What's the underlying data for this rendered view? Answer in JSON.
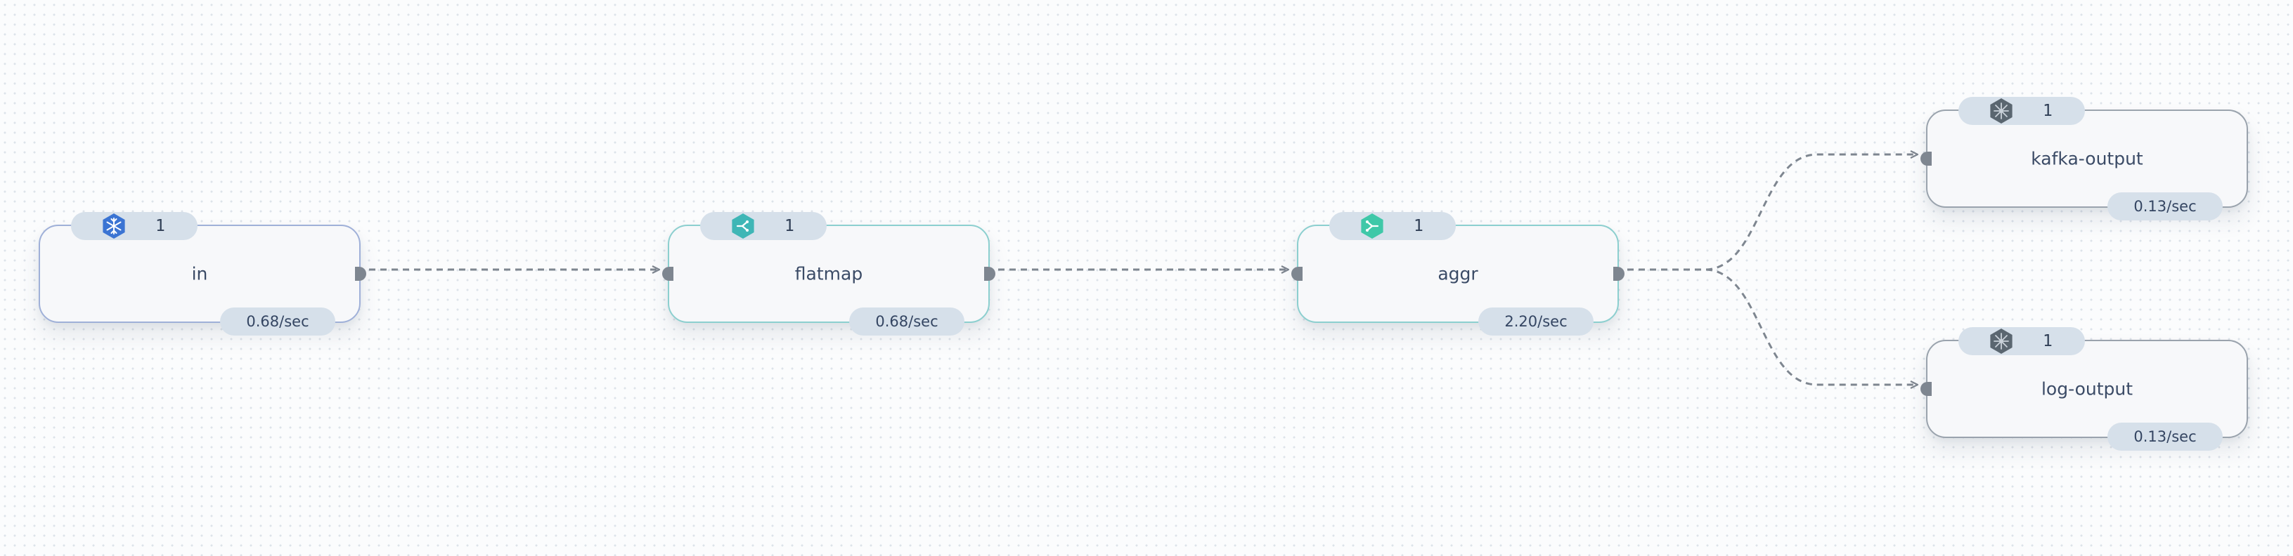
{
  "nodes": [
    {
      "id": "in",
      "label": "in",
      "count": "1",
      "rate": "0.68/sec",
      "icon": "snowflake-icon",
      "icon_color": "#3b74d3",
      "border_color": "#9fb0d8"
    },
    {
      "id": "flatmap",
      "label": "flatmap",
      "count": "1",
      "rate": "0.68/sec",
      "icon": "branch-icon",
      "icon_color": "#3fb6b6",
      "border_color": "#8ccfcf"
    },
    {
      "id": "aggr",
      "label": "aggr",
      "count": "1",
      "rate": "2.20/sec",
      "icon": "merge-icon",
      "icon_color": "#3fc8a8",
      "border_color": "#8ccfcf"
    },
    {
      "id": "kafka-output",
      "label": "kafka-output",
      "count": "1",
      "rate": "0.13/sec",
      "icon": "sink-icon",
      "icon_color": "#5a6670",
      "border_color": "#9aa3ad"
    },
    {
      "id": "log-output",
      "label": "log-output",
      "count": "1",
      "rate": "0.13/sec",
      "icon": "sink-icon",
      "icon_color": "#5a6670",
      "border_color": "#9aa3ad"
    }
  ],
  "edges": [
    {
      "from": "in",
      "to": "flatmap"
    },
    {
      "from": "flatmap",
      "to": "aggr"
    },
    {
      "from": "aggr",
      "to": "kafka-output"
    },
    {
      "from": "aggr",
      "to": "log-output"
    }
  ],
  "colors": {
    "edge": "#7e8690",
    "badge_bg": "#d6e0ea",
    "node_bg": "#f7f8fa"
  }
}
